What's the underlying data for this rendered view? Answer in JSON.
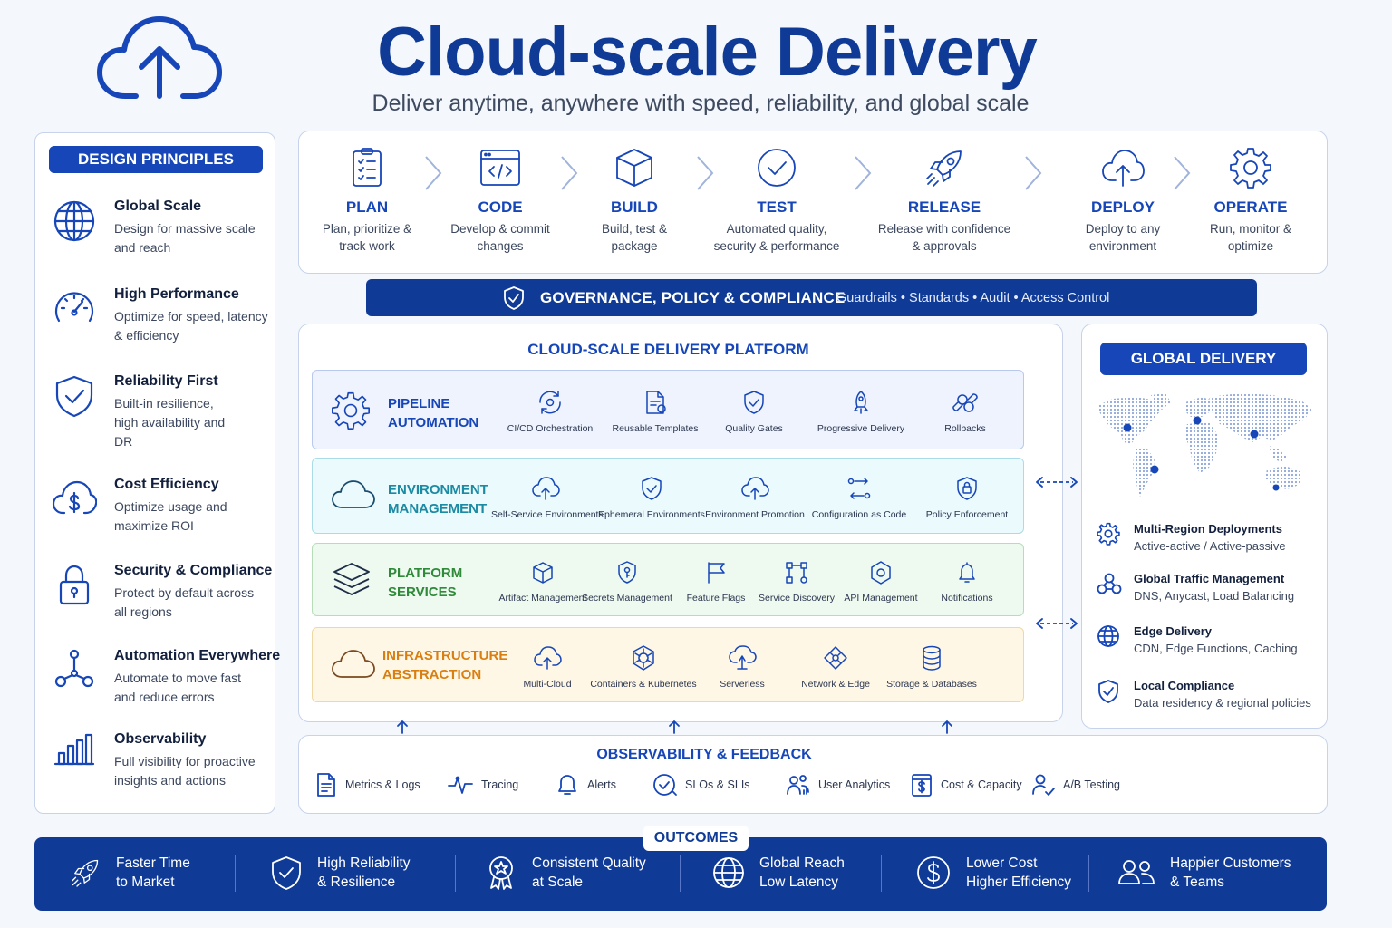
{
  "header": {
    "title": "Cloud-scale Delivery",
    "subtitle": "Deliver anytime, anywhere with speed, reliability, and global scale"
  },
  "design_principles": {
    "badge": "DESIGN PRINCIPLES",
    "items": [
      {
        "title": "Global Scale",
        "desc": "Design for massive scale and reach",
        "icon": "globe-icon"
      },
      {
        "title": "High Performance",
        "desc": "Optimize for speed, latency & efficiency",
        "icon": "speedometer-icon"
      },
      {
        "title": "Reliability First",
        "desc": "Built-in resilience, high availability and DR",
        "icon": "shield-check-icon"
      },
      {
        "title": "Cost Efficiency",
        "desc": "Optimize usage and maximize ROI",
        "icon": "cloud-dollar-icon"
      },
      {
        "title": "Security & Compliance",
        "desc": "Protect by default across all regions",
        "icon": "padlock-icon"
      },
      {
        "title": "Automation Everywhere",
        "desc": "Automate to move fast and reduce errors",
        "icon": "network-nodes-icon"
      },
      {
        "title": "Observability",
        "desc": "Full visibility for proactive insights and actions",
        "icon": "bar-chart-icon"
      }
    ]
  },
  "lifecycle": [
    {
      "name": "PLAN",
      "desc1": "Plan, prioritize &",
      "desc2": "track work",
      "icon": "clipboard-icon"
    },
    {
      "name": "CODE",
      "desc1": "Develop & commit",
      "desc2": "changes",
      "icon": "code-window-icon"
    },
    {
      "name": "BUILD",
      "desc1": "Build, test &",
      "desc2": "package",
      "icon": "box-icon"
    },
    {
      "name": "TEST",
      "desc1": "Automated quality,",
      "desc2": "security & performance",
      "icon": "check-circle-icon"
    },
    {
      "name": "RELEASE",
      "desc1": "Release with confidence",
      "desc2": "& approvals",
      "icon": "rocket-icon"
    },
    {
      "name": "DEPLOY",
      "desc1": "Deploy to any",
      "desc2": "environment",
      "icon": "cloud-upload-icon"
    },
    {
      "name": "OPERATE",
      "desc1": "Run, monitor &",
      "desc2": "optimize",
      "icon": "gear-icon"
    }
  ],
  "governance": {
    "title": "GOVERNANCE, POLICY & COMPLIANCE",
    "subtitle": "Guardrails • Standards • Audit • Access Control"
  },
  "platform": {
    "title": "CLOUD-SCALE DELIVERY PLATFORM",
    "layers": [
      {
        "title1": "PIPELINE",
        "title2": "AUTOMATION",
        "capabilities": [
          "CI/CD Orchestration",
          "Reusable Templates",
          "Quality Gates",
          "Progressive Delivery",
          "Rollbacks"
        ]
      },
      {
        "title1": "ENVIRONMENT",
        "title2": "MANAGEMENT",
        "capabilities": [
          "Self-Service Environments",
          "Ephemeral Environments",
          "Environment Promotion",
          "Configuration as Code",
          "Policy Enforcement"
        ]
      },
      {
        "title1": "PLATFORM",
        "title2": "SERVICES",
        "capabilities": [
          "Artifact Management",
          "Secrets Management",
          "Feature Flags",
          "Service Discovery",
          "API Management",
          "Notifications"
        ]
      },
      {
        "title1": "INFRASTRUCTURE",
        "title2": "ABSTRACTION",
        "capabilities": [
          "Multi-Cloud",
          "Containers & Kubernetes",
          "Serverless",
          "Network & Edge",
          "Storage & Databases"
        ]
      }
    ]
  },
  "global_delivery": {
    "badge": "GLOBAL DELIVERY",
    "items": [
      {
        "title": "Multi-Region Deployments",
        "desc": "Active-active / Active-passive",
        "icon": "gear-icon"
      },
      {
        "title": "Global Traffic Management",
        "desc": "DNS, Anycast, Load Balancing",
        "icon": "traffic-nodes-icon"
      },
      {
        "title": "Edge Delivery",
        "desc": "CDN, Edge Functions, Caching",
        "icon": "edge-globe-icon"
      },
      {
        "title": "Local Compliance",
        "desc": "Data residency & regional policies",
        "icon": "shield-check-icon"
      }
    ]
  },
  "observability": {
    "title": "OBSERVABILITY & FEEDBACK",
    "items": [
      "Metrics & Logs",
      "Tracing",
      "Alerts",
      "SLOs & SLIs",
      "User Analytics",
      "Cost & Capacity",
      "A/B Testing"
    ]
  },
  "outcomes": {
    "badge": "OUTCOMES",
    "items": [
      {
        "line1": "Faster Time",
        "line2": "to Market",
        "icon": "rocket-icon"
      },
      {
        "line1": "High Reliability",
        "line2": "& Resilience",
        "icon": "shield-check-icon"
      },
      {
        "line1": "Consistent Quality",
        "line2": "at Scale",
        "icon": "award-badge-icon"
      },
      {
        "line1": "Global Reach",
        "line2": "Low Latency",
        "icon": "globe-icon"
      },
      {
        "line1": "Lower Cost",
        "line2": "Higher Efficiency",
        "icon": "dollar-circle-icon"
      },
      {
        "line1": "Happier Customers",
        "line2": "& Teams",
        "icon": "users-icon"
      }
    ]
  },
  "colors": {
    "primary": "#1646b8",
    "navy": "#0f3a96",
    "pipeline": "#1646b8",
    "environment": "#1b8aa3",
    "platform_services": "#2f8a3a",
    "infrastructure": "#d97e10"
  }
}
